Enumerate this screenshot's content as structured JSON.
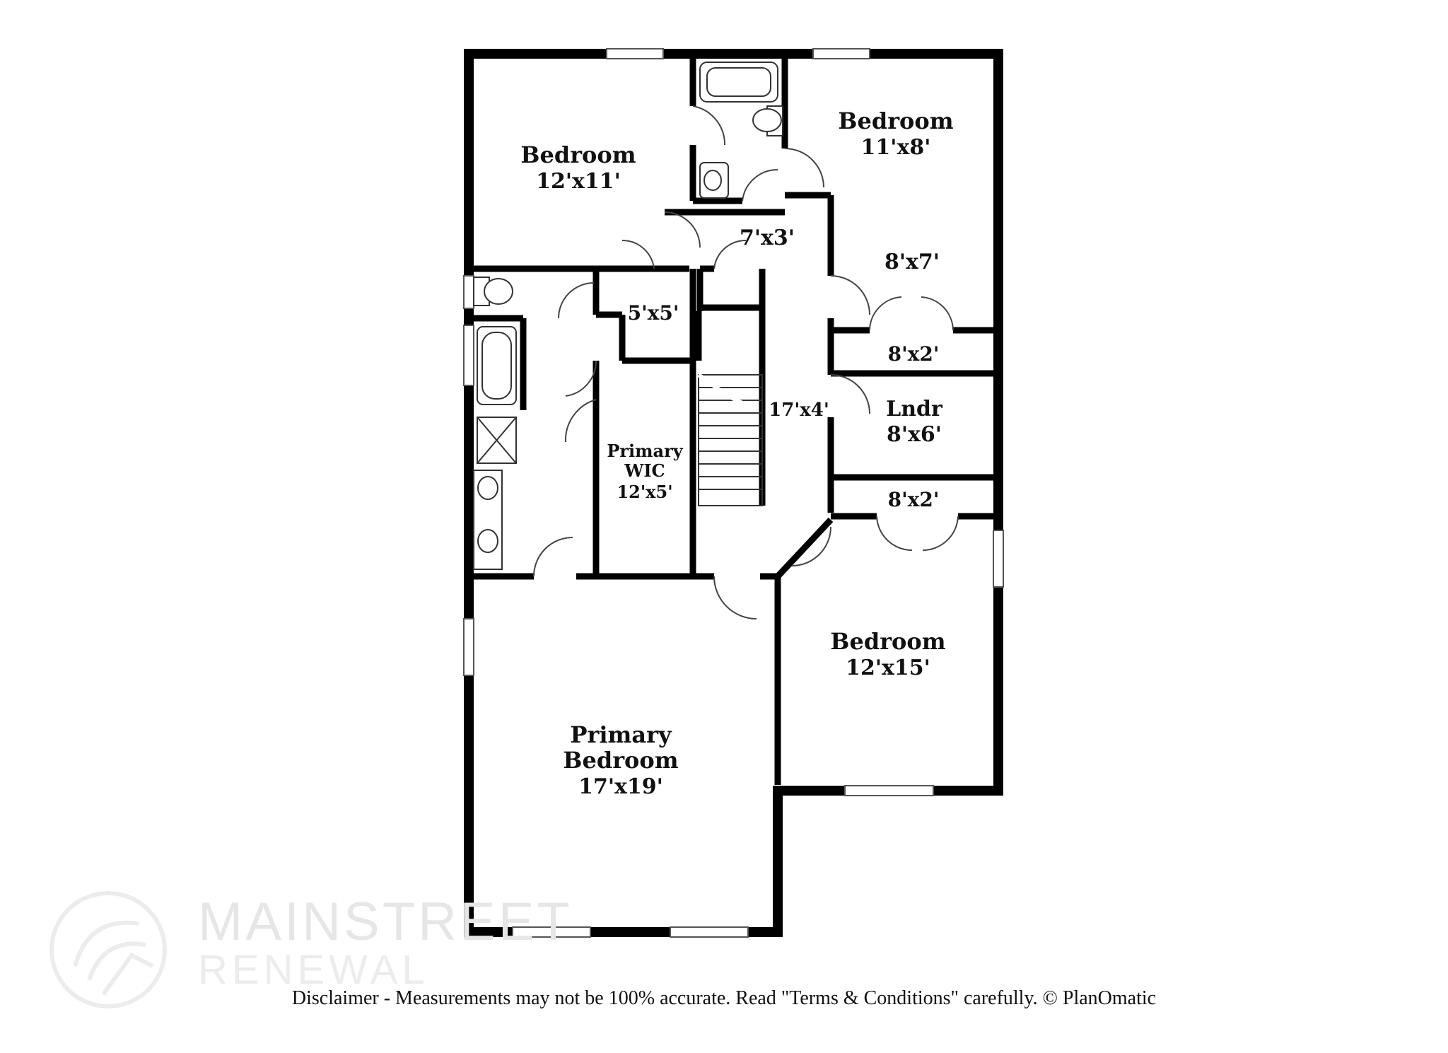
{
  "rooms": [
    {
      "id": "bedroom-nw",
      "name": "Bedroom",
      "dim": "12'x11'"
    },
    {
      "id": "bedroom-ne",
      "name": "Bedroom",
      "dim": "11'x8'"
    },
    {
      "id": "hall-top",
      "name": "",
      "dim": "7'x3'"
    },
    {
      "id": "ne-area",
      "name": "",
      "dim": "8'x7'"
    },
    {
      "id": "closet-5x5",
      "name": "",
      "dim": "5'x5'"
    },
    {
      "id": "closet-8x2-upper",
      "name": "",
      "dim": "8'x2'"
    },
    {
      "id": "hall-main",
      "name": "",
      "dim": "17'x4'"
    },
    {
      "id": "laundry",
      "name": "Lndr",
      "dim": "8'x6'"
    },
    {
      "id": "primary-wic",
      "name": "Primary WIC",
      "dim": "12'x5'"
    },
    {
      "id": "closet-8x2-lower",
      "name": "",
      "dim": "8'x2'"
    },
    {
      "id": "bedroom-se",
      "name": "Bedroom",
      "dim": "12'x15'"
    },
    {
      "id": "primary-bedroom",
      "name": "Primary Bedroom",
      "dim": "17'x19'"
    }
  ],
  "labels": {
    "bedroom_nw_name": "Bedroom",
    "bedroom_nw_dim": "12'x11'",
    "bedroom_ne_name": "Bedroom",
    "bedroom_ne_dim": "11'x8'",
    "hall_top_dim": "7'x3'",
    "ne_area_dim": "8'x7'",
    "closet_5x5_dim": "5'x5'",
    "closet_8x2_upper_dim": "8'x2'",
    "hall_main_dim": "17'x4'",
    "laundry_name": "Lndr",
    "laundry_dim": "8'x6'",
    "wic_name_1": "Primary",
    "wic_name_2": "WIC",
    "wic_dim": "12'x5'",
    "closet_8x2_lower_dim": "8'x2'",
    "bedroom_se_name": "Bedroom",
    "bedroom_se_dim": "12'x15'",
    "primary_name_1": "Primary",
    "primary_name_2": "Bedroom",
    "primary_dim": "17'x19'"
  },
  "disclaimer": "Disclaimer - Measurements may not be 100% accurate. Read \"Terms & Conditions\" carefully. © PlanOmatic",
  "watermark": {
    "brand": "MAINSTREET",
    "sub": "RENEWAL"
  },
  "colors": {
    "wall": "#000000",
    "fixture": "#333333",
    "watermark": "#e6e6e6"
  }
}
